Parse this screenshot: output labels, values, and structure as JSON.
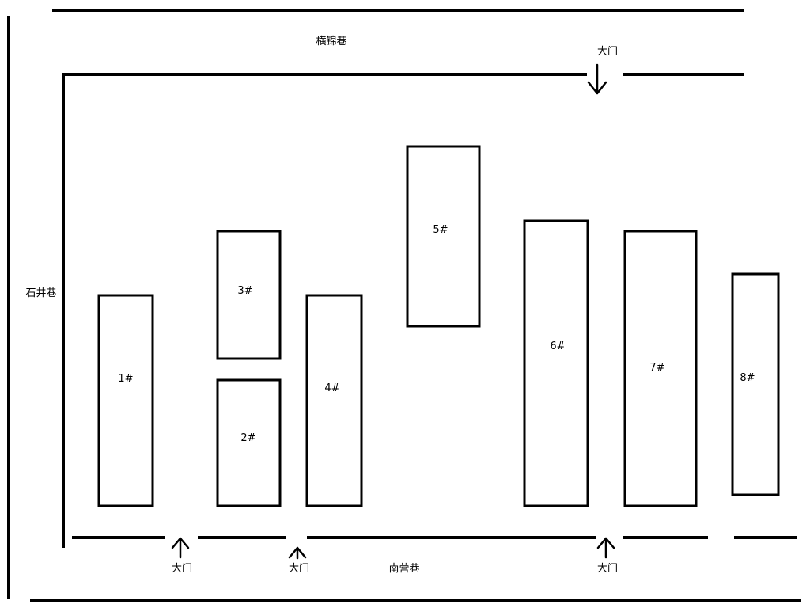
{
  "streets": {
    "north": "横锦巷",
    "west": "石井巷",
    "south": "南营巷"
  },
  "gate_label": "大门",
  "buildings": {
    "b1": "1#",
    "b2": "2#",
    "b3": "3#",
    "b4": "4#",
    "b5": "5#",
    "b6": "6#",
    "b7": "7#",
    "b8": "8#"
  },
  "gates": [
    {
      "id": "north-gate",
      "direction": "down",
      "icon": "arrow-down-icon"
    },
    {
      "id": "south-gate-1",
      "direction": "up",
      "icon": "arrow-up-icon"
    },
    {
      "id": "south-gate-2",
      "direction": "up",
      "icon": "arrow-up-icon"
    },
    {
      "id": "south-gate-3",
      "direction": "up",
      "icon": "arrow-up-icon"
    }
  ]
}
